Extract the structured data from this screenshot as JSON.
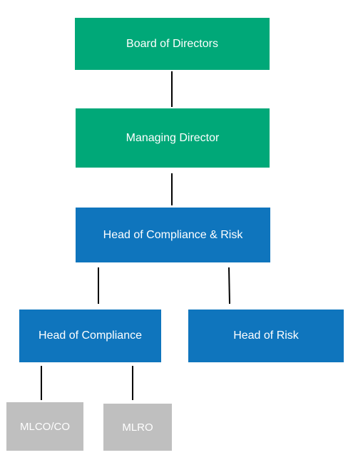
{
  "colors": {
    "board_fill": "#00A878",
    "management_fill": "#0F75BD",
    "staff_fill": "#BFBFBF",
    "text": "#FFFFFF",
    "connector": "#000000"
  },
  "nodes": {
    "board_of_directors": "Board of Directors",
    "managing_director": "Managing Director",
    "head_of_compliance_and_risk": "Head of Compliance & Risk",
    "head_of_compliance": "Head of Compliance",
    "head_of_risk": "Head of Risk",
    "mlco_co": "MLCO/CO",
    "mlro": "MLRO"
  },
  "edges": [
    [
      "board_of_directors",
      "managing_director"
    ],
    [
      "managing_director",
      "head_of_compliance_and_risk"
    ],
    [
      "head_of_compliance_and_risk",
      "head_of_compliance"
    ],
    [
      "head_of_compliance_and_risk",
      "head_of_risk"
    ],
    [
      "head_of_compliance",
      "mlco_co"
    ],
    [
      "head_of_compliance",
      "mlro"
    ]
  ]
}
